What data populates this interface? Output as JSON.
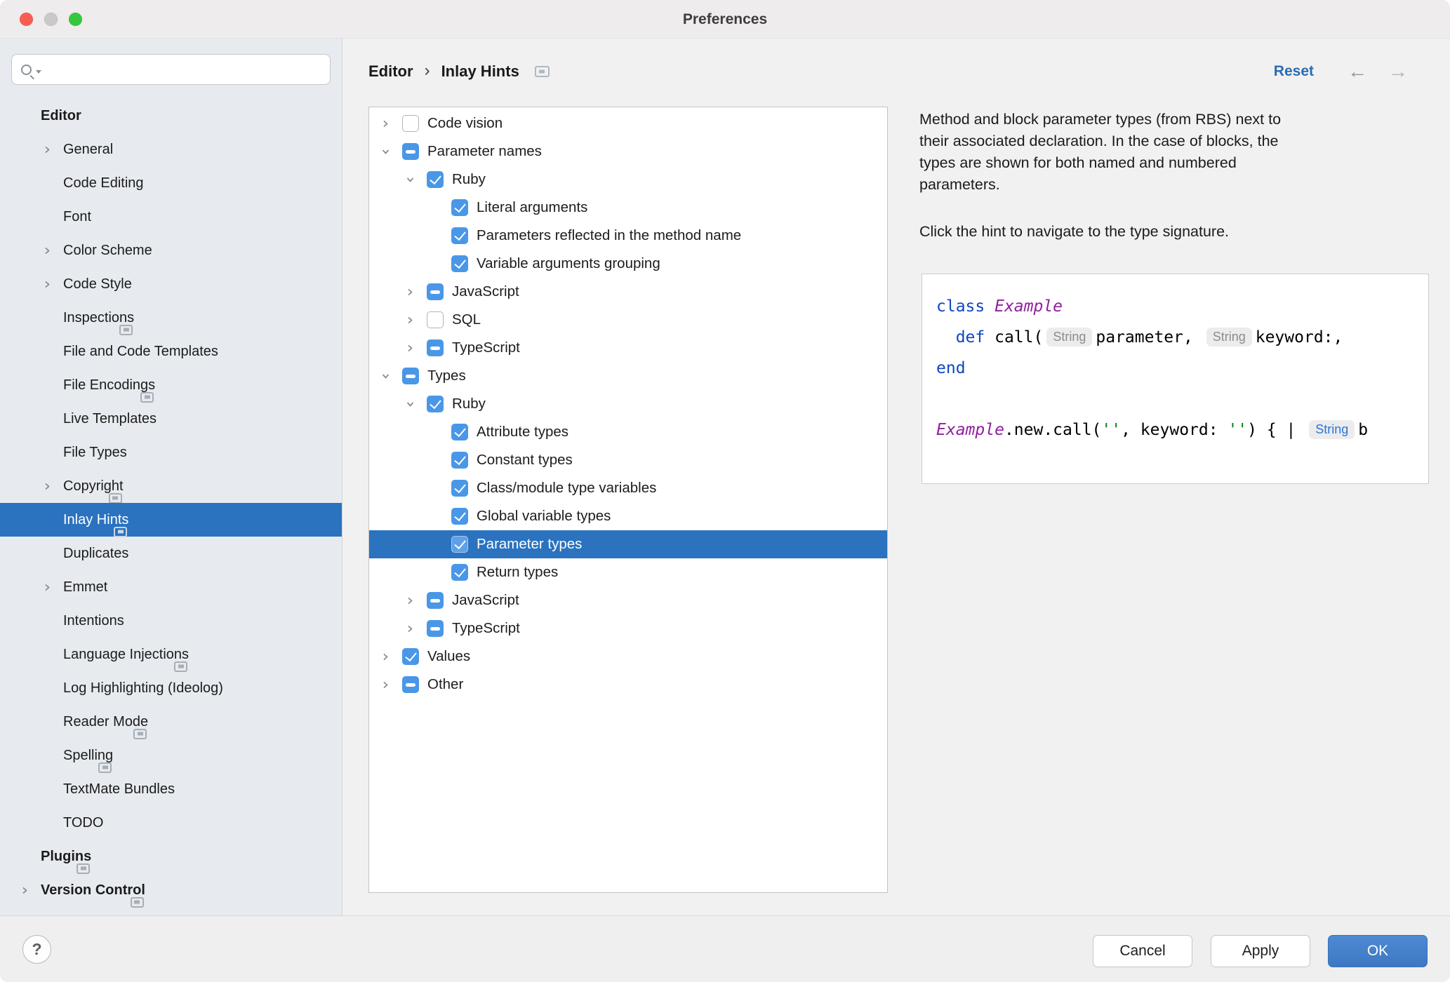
{
  "window": {
    "title": "Preferences"
  },
  "colors": {
    "selection_blue": "#2b72bf",
    "checkbox_blue": "#4a97e8",
    "reset_blue": "#2a6db3",
    "ok_button_blue": "#3f7cc7"
  },
  "sidebar": {
    "search_placeholder": "",
    "items": [
      {
        "label": "Editor",
        "level": 0,
        "bold": true
      },
      {
        "label": "General",
        "level": 1,
        "chevron": true
      },
      {
        "label": "Code Editing",
        "level": 1
      },
      {
        "label": "Font",
        "level": 1
      },
      {
        "label": "Color Scheme",
        "level": 1,
        "chevron": true
      },
      {
        "label": "Code Style",
        "level": 1,
        "chevron": true
      },
      {
        "label": "Inspections",
        "level": 1,
        "icon": true
      },
      {
        "label": "File and Code Templates",
        "level": 1
      },
      {
        "label": "File Encodings",
        "level": 1,
        "icon": true
      },
      {
        "label": "Live Templates",
        "level": 1
      },
      {
        "label": "File Types",
        "level": 1
      },
      {
        "label": "Copyright",
        "level": 1,
        "chevron": true,
        "icon": true
      },
      {
        "label": "Inlay Hints",
        "level": 1,
        "icon": true,
        "selected": true
      },
      {
        "label": "Duplicates",
        "level": 1
      },
      {
        "label": "Emmet",
        "level": 1,
        "chevron": true
      },
      {
        "label": "Intentions",
        "level": 1
      },
      {
        "label": "Language Injections",
        "level": 1,
        "icon": true
      },
      {
        "label": "Log Highlighting (Ideolog)",
        "level": 1
      },
      {
        "label": "Reader Mode",
        "level": 1,
        "icon": true
      },
      {
        "label": "Spelling",
        "level": 1,
        "icon": true
      },
      {
        "label": "TextMate Bundles",
        "level": 1
      },
      {
        "label": "TODO",
        "level": 1
      },
      {
        "label": "Plugins",
        "level": 0,
        "bold": true,
        "icon": true
      },
      {
        "label": "Version Control",
        "level": 0,
        "bold": true,
        "chevron": true,
        "icon": true
      }
    ]
  },
  "header": {
    "breadcrumb": [
      "Editor",
      "Inlay Hints"
    ],
    "separator": "›",
    "reset_label": "Reset",
    "back_arrow": "←",
    "forward_arrow": "→"
  },
  "tree": {
    "items": [
      {
        "label": "Code vision",
        "level": 0,
        "chevron": "right",
        "checkbox": "unchecked"
      },
      {
        "label": "Parameter names",
        "level": 0,
        "chevron": "down",
        "checkbox": "partial"
      },
      {
        "label": "Ruby",
        "level": 1,
        "chevron": "down",
        "checkbox": "checked"
      },
      {
        "label": "Literal arguments",
        "level": 2,
        "checkbox": "checked"
      },
      {
        "label": "Parameters reflected in the method name",
        "level": 2,
        "checkbox": "checked"
      },
      {
        "label": "Variable arguments grouping",
        "level": 2,
        "checkbox": "checked"
      },
      {
        "label": "JavaScript",
        "level": 1,
        "chevron": "right",
        "checkbox": "partial"
      },
      {
        "label": "SQL",
        "level": 1,
        "chevron": "right",
        "checkbox": "unchecked"
      },
      {
        "label": "TypeScript",
        "level": 1,
        "chevron": "right",
        "checkbox": "partial"
      },
      {
        "label": "Types",
        "level": 0,
        "chevron": "down",
        "checkbox": "partial"
      },
      {
        "label": "Ruby",
        "level": 1,
        "chevron": "down",
        "checkbox": "checked"
      },
      {
        "label": "Attribute types",
        "level": 2,
        "checkbox": "checked"
      },
      {
        "label": "Constant types",
        "level": 2,
        "checkbox": "checked"
      },
      {
        "label": "Class/module type variables",
        "level": 2,
        "checkbox": "checked"
      },
      {
        "label": "Global variable types",
        "level": 2,
        "checkbox": "checked"
      },
      {
        "label": "Parameter types",
        "level": 2,
        "checkbox": "checked",
        "selected": true
      },
      {
        "label": "Return types",
        "level": 2,
        "checkbox": "checked"
      },
      {
        "label": "JavaScript",
        "level": 1,
        "chevron": "right",
        "checkbox": "partial"
      },
      {
        "label": "TypeScript",
        "level": 1,
        "chevron": "right",
        "checkbox": "partial"
      },
      {
        "label": "Values",
        "level": 0,
        "chevron": "right",
        "checkbox": "checked"
      },
      {
        "label": "Other",
        "level": 0,
        "chevron": "right",
        "checkbox": "partial"
      }
    ]
  },
  "detail": {
    "description_lines": [
      "Method and block parameter types (from RBS) next to",
      "their associated declaration. In the case of blocks, the",
      "types are shown for both named and numbered",
      "parameters."
    ],
    "description_line2": "Click the hint to navigate to the type signature.",
    "code_lines": [
      [
        {
          "text": "class ",
          "style": "keyword"
        },
        {
          "text": "Example",
          "style": "classname"
        }
      ],
      [
        {
          "text": "  ",
          "style": "plain"
        },
        {
          "text": "def ",
          "style": "keyword"
        },
        {
          "text": "call(",
          "style": "plain"
        },
        {
          "text": "String",
          "style": "hint"
        },
        {
          "text": "parameter, ",
          "style": "plain"
        },
        {
          "text": "String",
          "style": "hint"
        },
        {
          "text": "keyword:,",
          "style": "plain"
        }
      ],
      [
        {
          "text": "end",
          "style": "keyword"
        }
      ],
      [],
      [
        {
          "text": "Example",
          "style": "classname"
        },
        {
          "text": ".new.call(",
          "style": "plain"
        },
        {
          "text": "''",
          "style": "string"
        },
        {
          "text": ", keyword: ",
          "style": "plain"
        },
        {
          "text": "''",
          "style": "string"
        },
        {
          "text": ") { | ",
          "style": "plain"
        },
        {
          "text": "String",
          "style": "hint-active"
        },
        {
          "text": "b",
          "style": "plain"
        }
      ]
    ]
  },
  "footer": {
    "help_label": "?",
    "cancel_label": "Cancel",
    "apply_label": "Apply",
    "ok_label": "OK"
  }
}
